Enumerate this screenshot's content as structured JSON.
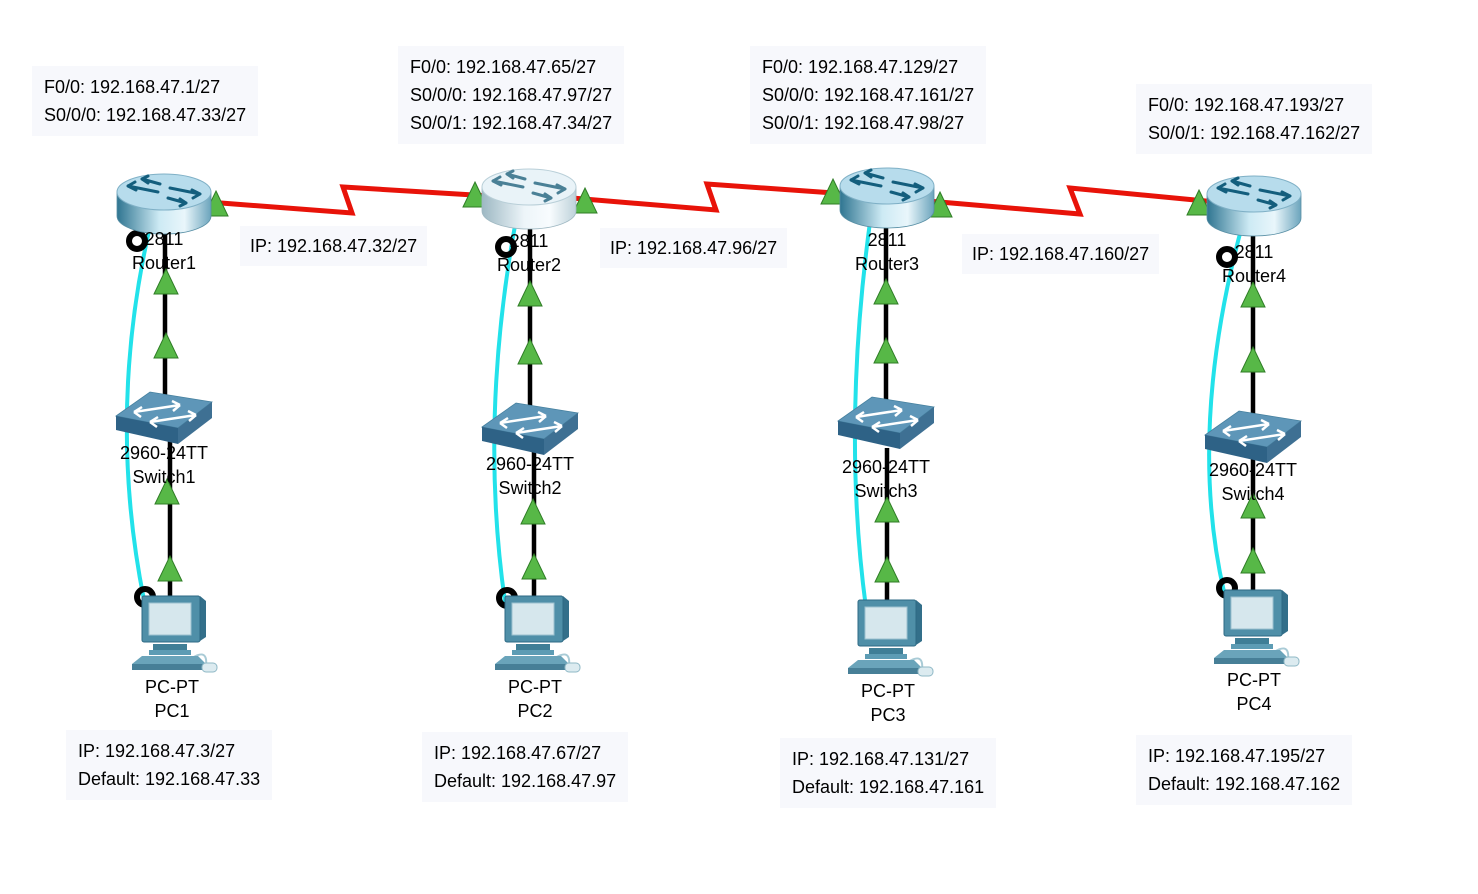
{
  "colors": {
    "serial_cable": "#e81309",
    "console_cable": "#22e2ea",
    "copper_cable": "#000000",
    "status_up_arrow": "#57b847",
    "note_background": "#f7f8fc",
    "text": "#000000"
  },
  "devices": {
    "routers": [
      {
        "model": "2811",
        "name": "Router1"
      },
      {
        "model": "2811",
        "name": "Router2"
      },
      {
        "model": "2811",
        "name": "Router3"
      },
      {
        "model": "2811",
        "name": "Router4"
      }
    ],
    "switches": [
      {
        "model": "2960-24TT",
        "name": "Switch1"
      },
      {
        "model": "2960-24TT",
        "name": "Switch2"
      },
      {
        "model": "2960-24TT",
        "name": "Switch3"
      },
      {
        "model": "2960-24TT",
        "name": "Switch4"
      }
    ],
    "pcs": [
      {
        "model": "PC-PT",
        "name": "PC1"
      },
      {
        "model": "PC-PT",
        "name": "PC2"
      },
      {
        "model": "PC-PT",
        "name": "PC3"
      },
      {
        "model": "PC-PT",
        "name": "PC4"
      }
    ]
  },
  "notes": {
    "router_interfaces": [
      [
        "F0/0: 192.168.47.1/27",
        "S0/0/0: 192.168.47.33/27"
      ],
      [
        "F0/0: 192.168.47.65/27",
        "S0/0/0: 192.168.47.97/27",
        "S0/0/1: 192.168.47.34/27"
      ],
      [
        "F0/0: 192.168.47.129/27",
        "S0/0/0: 192.168.47.161/27",
        "S0/0/1: 192.168.47.98/27"
      ],
      [
        "F0/0: 192.168.47.193/27",
        "S0/0/1: 192.168.47.162/27"
      ]
    ],
    "serial_links": [
      "IP: 192.168.47.32/27",
      "IP: 192.168.47.96/27",
      "IP: 192.168.47.160/27"
    ],
    "pc_addressing": [
      [
        "IP: 192.168.47.3/27",
        "Default: 192.168.47.33"
      ],
      [
        "IP: 192.168.47.67/27",
        "Default: 192.168.47.97"
      ],
      [
        "IP: 192.168.47.131/27",
        "Default: 192.168.47.161"
      ],
      [
        "IP: 192.168.47.195/27",
        "Default: 192.168.47.162"
      ]
    ]
  }
}
